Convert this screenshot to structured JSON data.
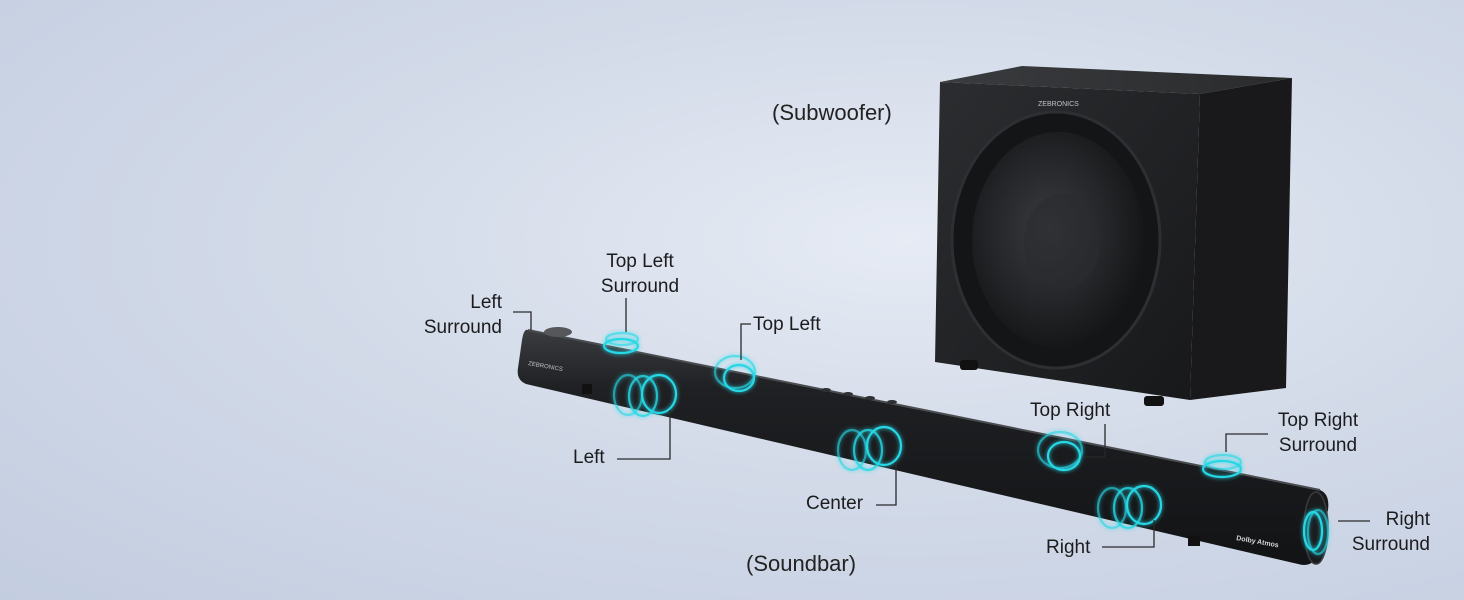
{
  "captions": {
    "subwoofer": "(Subwoofer)",
    "soundbar": "(Soundbar)"
  },
  "brand": {
    "subwoofer_logo": "ZEBRONICS",
    "soundbar_logo": "ZEBRONICS",
    "dolby": "Dolby Atmos"
  },
  "channels": {
    "left_surround": [
      "Left",
      "Surround"
    ],
    "top_left_surround": [
      "Top Left",
      "Surround"
    ],
    "top_left": "Top Left",
    "left": "Left",
    "center": "Center",
    "top_right": "Top Right",
    "top_right_surround": [
      "Top Right",
      "Surround"
    ],
    "right": "Right",
    "right_surround": [
      "Right",
      "Surround"
    ]
  },
  "colors": {
    "accent_glow": "#27d8e6",
    "device_body": "#1e1f21"
  }
}
